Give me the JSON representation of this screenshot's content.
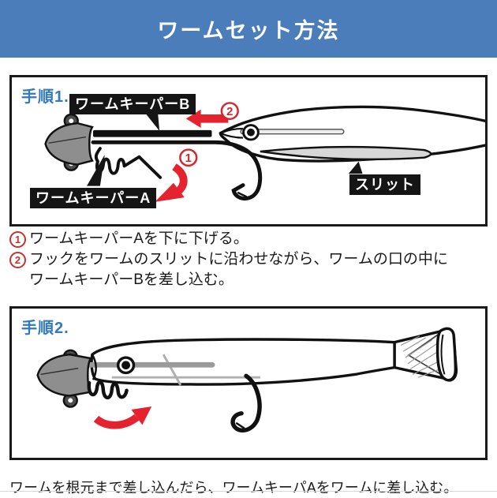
{
  "header": {
    "title": "ワームセット方法"
  },
  "colors": {
    "header_bg": "#4a7db9",
    "step_label_blue": "#3279be",
    "arrow_red": "#e5232e",
    "number_red": "#c4332d",
    "tag_bg": "#151515",
    "jighead_gray": "#8e8e8e",
    "slit_gray": "#d7d7d7",
    "keeper_bar_gray": "#9a9a9a"
  },
  "step1": {
    "label": "手順1.",
    "tags": {
      "keeper_b": "ワームキーパーB",
      "keeper_a": "ワームキーパーA",
      "slit": "スリット"
    },
    "nums": {
      "n1": "1",
      "n2": "2"
    }
  },
  "instructions1": {
    "items": [
      {
        "num": "1",
        "text": "ワームキーパーAを下に下げる。"
      },
      {
        "num": "2",
        "text": "フックをワームのスリットに沿わせながら、ワームの口の中に"
      },
      {
        "num": "",
        "text": "ワームキーパーBを差し込む。"
      }
    ]
  },
  "step2": {
    "label": "手順2."
  },
  "instructions2": {
    "text": "ワームを根元まで差し込んだら、ワームキーパAをワームに差し込む。"
  }
}
